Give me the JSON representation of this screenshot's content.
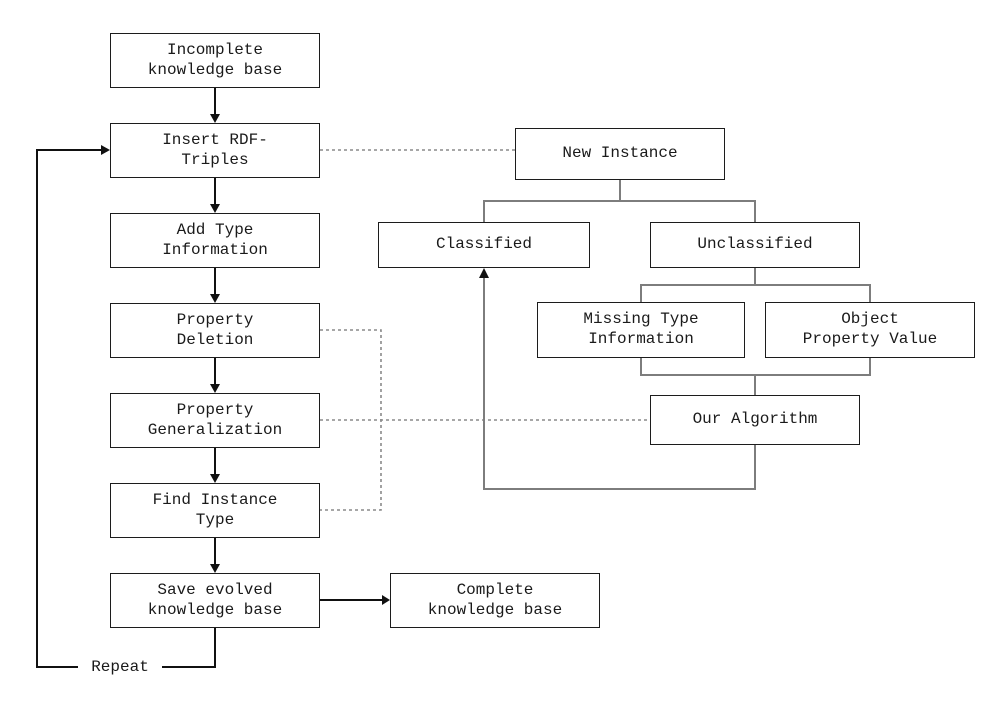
{
  "title": "Knowledge base evolution flowchart",
  "nodes": {
    "incomplete_kb": {
      "label": "Incomplete\nknowledge base"
    },
    "insert_rdf": {
      "label": "Insert RDF-\nTriples"
    },
    "add_type": {
      "label": "Add Type\nInformation"
    },
    "property_deletion": {
      "label": "Property\nDeletion"
    },
    "property_generalization": {
      "label": "Property\nGeneralization"
    },
    "find_instance_type": {
      "label": "Find Instance\nType"
    },
    "save_evolved": {
      "label": "Save evolved\nknowledge base"
    },
    "complete_kb": {
      "label": "Complete\nknowledge base"
    },
    "new_instance": {
      "label": "New Instance"
    },
    "classified": {
      "label": "Classified"
    },
    "unclassified": {
      "label": "Unclassified"
    },
    "missing_type": {
      "label": "Missing Type\nInformation"
    },
    "object_property_value": {
      "label": "Object\nProperty Value"
    },
    "our_algorithm": {
      "label": "Our Algorithm"
    },
    "repeat_label": {
      "label": "Repeat"
    }
  },
  "colors": {
    "background": "#ffffff",
    "box_border": "#1c1c1c",
    "text": "#1a1a1a",
    "solid_connector": "#111111",
    "tree_connector": "#7d7d7d",
    "dotted_connector": "#8a8a8a"
  }
}
